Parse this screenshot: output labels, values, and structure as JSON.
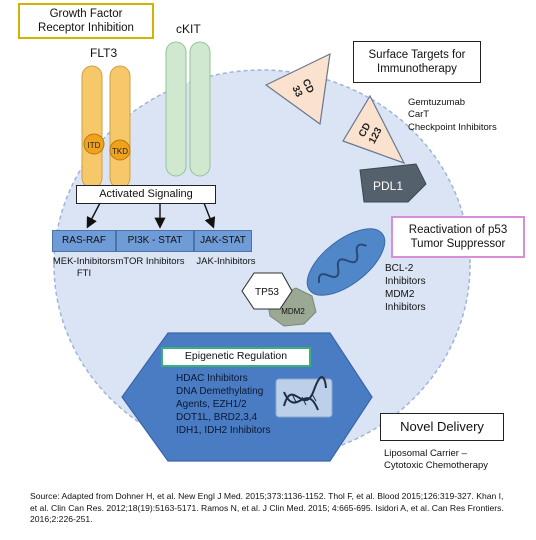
{
  "title_box": {
    "label": "Growth Factor\nReceptor Inhibition"
  },
  "receptors": {
    "flt3": "FLT3",
    "ckit": "cKIT",
    "itd": "ITD",
    "tkd": "TKD"
  },
  "signaling": {
    "header": "Activated Signaling",
    "pathways": [
      "RAS-RAF",
      "PI3K - STAT",
      "JAK-STAT"
    ],
    "inhibitors": [
      "MEK-Inhibitors\nFTI",
      "mTOR Inhibitors",
      "JAK-Inhibitors"
    ]
  },
  "surface": {
    "title": "Surface Targets for\nImmunotherapy",
    "cd33": "CD\n33",
    "cd123": "CD\n123",
    "drugs": "Gemtuzumab\nCarT\nCheckpoint Inhibitors",
    "pdl1": "PDL1"
  },
  "p53": {
    "title": "Reactivation of p53\nTumor Suppressor",
    "bcl2": "BCL-2\nInhibitors\nMDM2\nInhibitors",
    "tp53": "TP53",
    "mdm2": "MDM2"
  },
  "epigenetic": {
    "title": "Epigenetic Regulation",
    "list": "HDAC Inhibitors\nDNA Demethylating\nAgents, EZH1/2\nDOT1L, BRD2,3,4\nIDH1, IDH2 Inhibitors"
  },
  "delivery": {
    "title": "Novel Delivery",
    "desc": "Liposomal Carrier –\nCytotoxic Chemotherapy"
  },
  "source": "Source: Adapted from Dohner H, et al. New Engl J Med. 2015;373:1136-1152. Thol F, et al. Blood 2015;126:319-327. Khan I, et al. Clin Can Res. 2012;18(19):5163-5171. Ramos N, et al. J Clin Med. 2015; 4:665-695. Isidori A, et al. Can Res Frontiers. 2016;2:226-251.",
  "colors": {
    "cell": "#dbe4f4",
    "cell_border": "#9fb3dc",
    "flt3": "#f7c86a",
    "ckit": "#cfe8cf",
    "pathway": "#6f9bd6",
    "epigenetic": "#4a7cc4",
    "mitochondria": "#4f87c9",
    "mdm2": "#9aa894",
    "surface": "#fae2cf",
    "pdl1": "#54606b",
    "title_border": "#d2b400",
    "p53_border": "#d98ed8",
    "epi_border": "#3ab07a"
  }
}
